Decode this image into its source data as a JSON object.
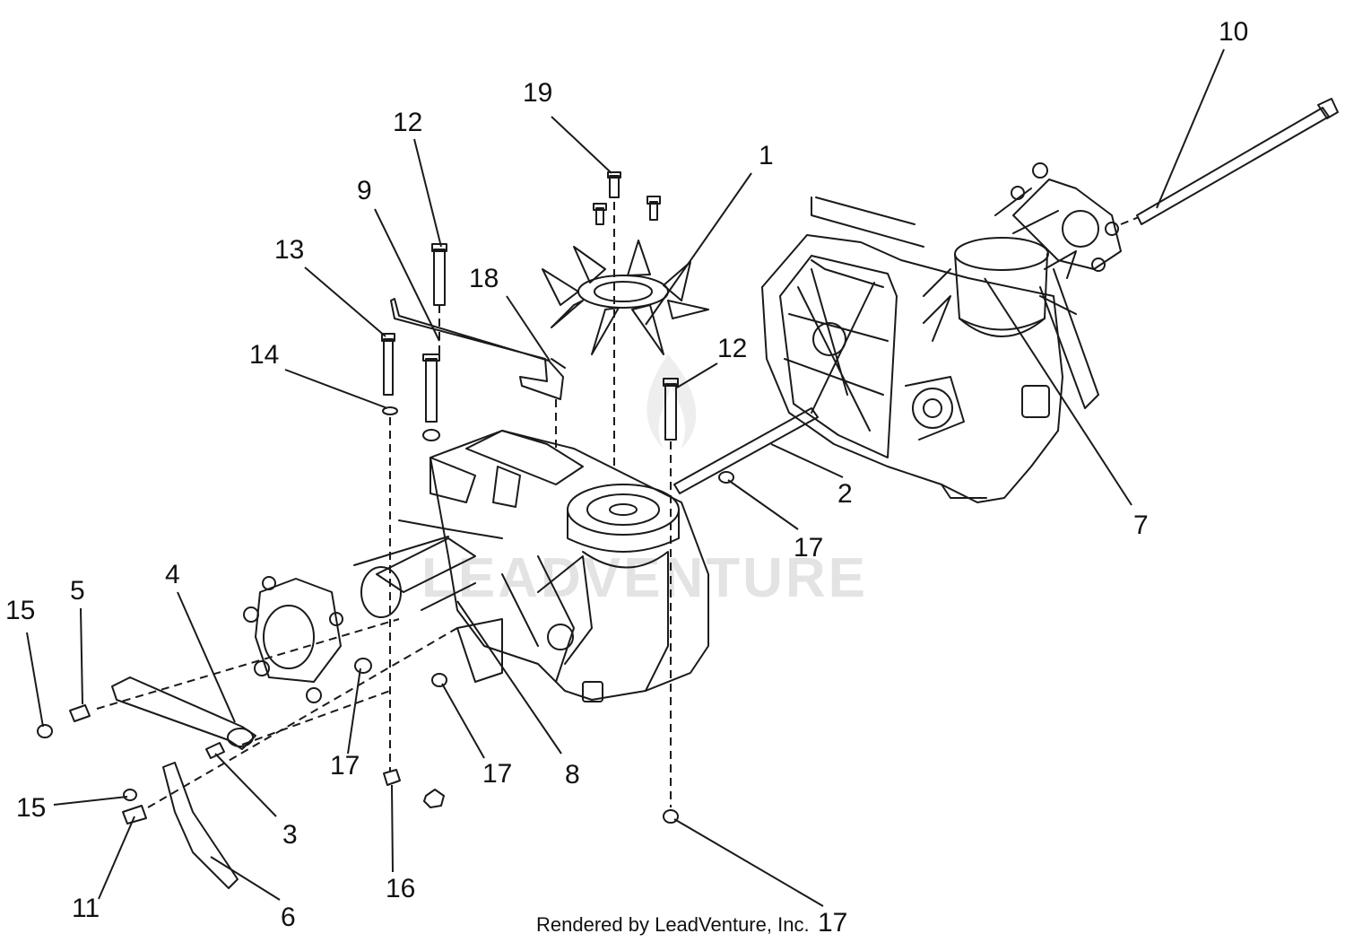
{
  "diagram": {
    "title": "",
    "callouts": [
      "1",
      "2",
      "3",
      "4",
      "5",
      "6",
      "7",
      "8",
      "9",
      "10",
      "11",
      "12",
      "12",
      "13",
      "14",
      "15",
      "15",
      "16",
      "17",
      "17",
      "17",
      "17",
      "18",
      "19"
    ]
  },
  "watermark": {
    "text": "LEADVENTURE"
  },
  "footer": {
    "credit": "Rendered by LeadVenture, Inc."
  },
  "colors": {
    "ink": "#111111",
    "watermark": "#e3e3e3"
  }
}
